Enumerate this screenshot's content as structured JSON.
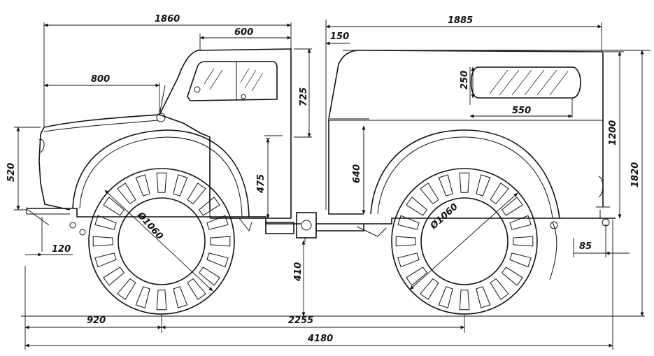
{
  "dimensions": {
    "cab_front_length": "1860",
    "cab_roof": "600",
    "hood_length": "800",
    "cab_height": "725",
    "body_offset": "150",
    "body_length": "1885",
    "window_height": "250",
    "window_width": "550",
    "front_height": "520",
    "front_arch_height": "475",
    "rear_arch_height": "640",
    "body_height": "1200",
    "total_height": "1820",
    "front_overhang_small": "120",
    "rear_overhang": "85",
    "ground_clearance": "410",
    "front_overhang": "920",
    "wheelbase": "2255",
    "total_length": "4180",
    "front_wheel_diameter": "Ø1060",
    "rear_wheel_diameter": "Ø1060"
  },
  "colors": {
    "ink": "#111111",
    "paper": "#ffffff"
  }
}
